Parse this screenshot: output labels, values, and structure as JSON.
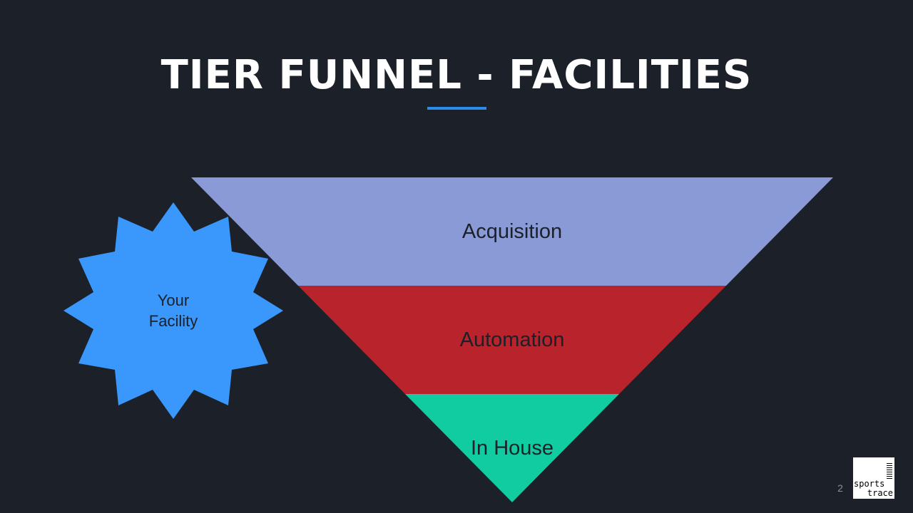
{
  "slide": {
    "title": "TIER FUNNEL - FACILITIES",
    "page_number": "2"
  },
  "colors": {
    "background": "#1c2028",
    "accent": "#2b8be8",
    "tier_acquisition": "#8a9ad6",
    "tier_automation": "#b8232c",
    "tier_in_house": "#10cca0",
    "star": "#3a97fb"
  },
  "star": {
    "label_line1": "Your",
    "label_line2": "Facility"
  },
  "funnel": {
    "tiers": [
      {
        "label": "Acquisition"
      },
      {
        "label": "Automation"
      },
      {
        "label": "In House"
      }
    ]
  },
  "logo": {
    "line1": "sports",
    "line2": "trace"
  }
}
